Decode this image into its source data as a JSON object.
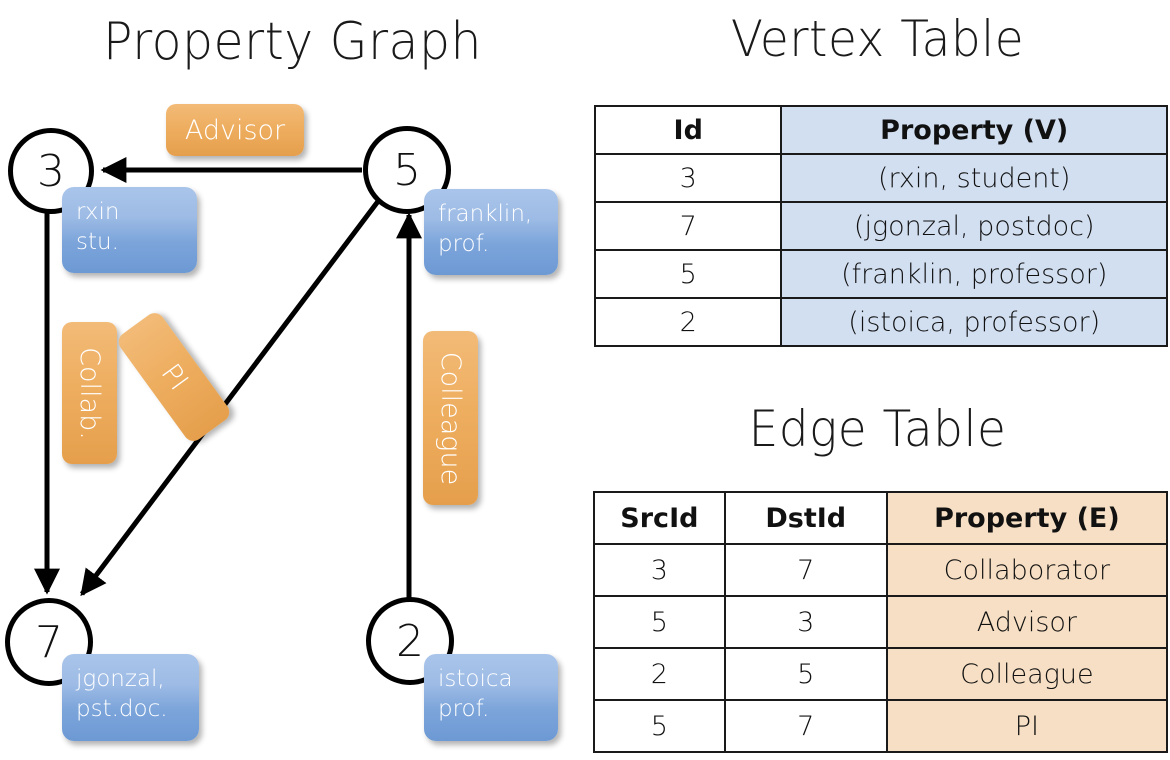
{
  "graph_panel": {
    "title": "Property Graph",
    "nodes": [
      {
        "id": "3",
        "property": "rxin\nstu."
      },
      {
        "id": "5",
        "property": "franklin,\nprof."
      },
      {
        "id": "7",
        "property": "jgonzal,\npst.doc."
      },
      {
        "id": "2",
        "property": "istoica\nprof."
      }
    ],
    "edge_labels": {
      "advisor": "Advisor",
      "collab": "Collab.",
      "pi": "PI",
      "colleague": "Colleague"
    }
  },
  "vertex_table": {
    "title": "Vertex Table",
    "headers": [
      "Id",
      "Property (V)"
    ],
    "rows": [
      [
        "3",
        "(rxin, student)"
      ],
      [
        "7",
        "(jgonzal, postdoc)"
      ],
      [
        "5",
        "(franklin, professor)"
      ],
      [
        "2",
        "(istoica, professor)"
      ]
    ]
  },
  "edge_table": {
    "title": "Edge Table",
    "headers": [
      "SrcId",
      "DstId",
      "Property (E)"
    ],
    "rows": [
      [
        "3",
        "7",
        "Collaborator"
      ],
      [
        "5",
        "3",
        "Advisor"
      ],
      [
        "2",
        "5",
        "Colleague"
      ],
      [
        "5",
        "7",
        "PI"
      ]
    ]
  },
  "colors": {
    "vertex_property_fill": "#d2dff1",
    "edge_property_fill": "#f6dfc4",
    "node_box_blue": "#7ba4da",
    "edge_label_orange": "#eeae60",
    "stroke": "#1a1a1a"
  }
}
